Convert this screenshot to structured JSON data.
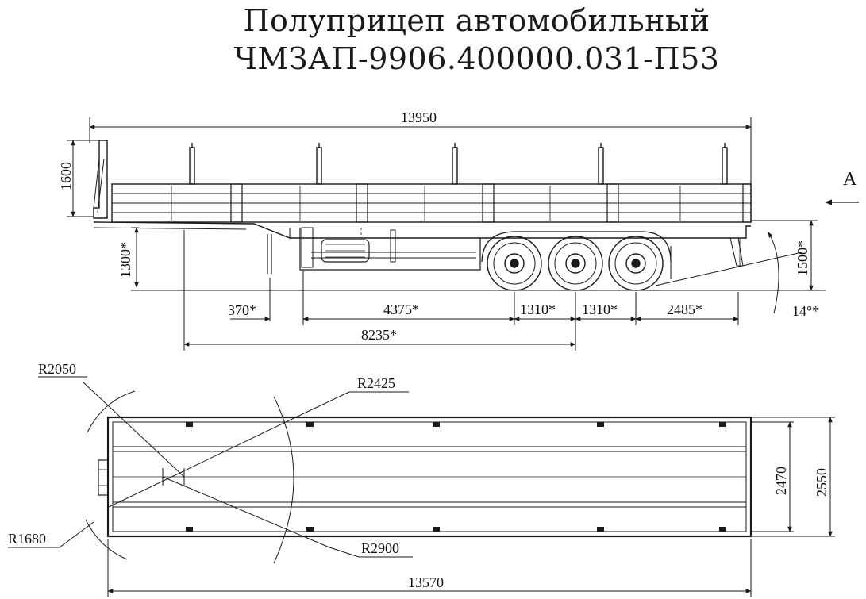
{
  "title": {
    "line1": "Полуприцеп автомобильный",
    "line2": "ЧМЗАП-9906.400000.031-П53"
  },
  "view_marker": "A",
  "side_view": {
    "overall_length": "13950",
    "front_height": "1600",
    "deck_height": "1300*",
    "rear_height": "1500*",
    "kingpin_offset": "370*",
    "kingpin_to_axle1": "4375*",
    "axle_spacing_1": "1310*",
    "axle_spacing_2": "1310*",
    "rear_overhang": "2485*",
    "kingpin_to_axle2": "8235*",
    "departure_angle": "14°*"
  },
  "top_view": {
    "overall_length": "13570",
    "inner_width": "2470",
    "outer_width": "2550",
    "radius_front_outer": "R2050",
    "radius_kingpin": "R2425",
    "radius_front_inner": "R1680",
    "radius_rear": "R2900"
  },
  "colors": {
    "line": "#1a1a1a",
    "background": "#ffffff"
  }
}
